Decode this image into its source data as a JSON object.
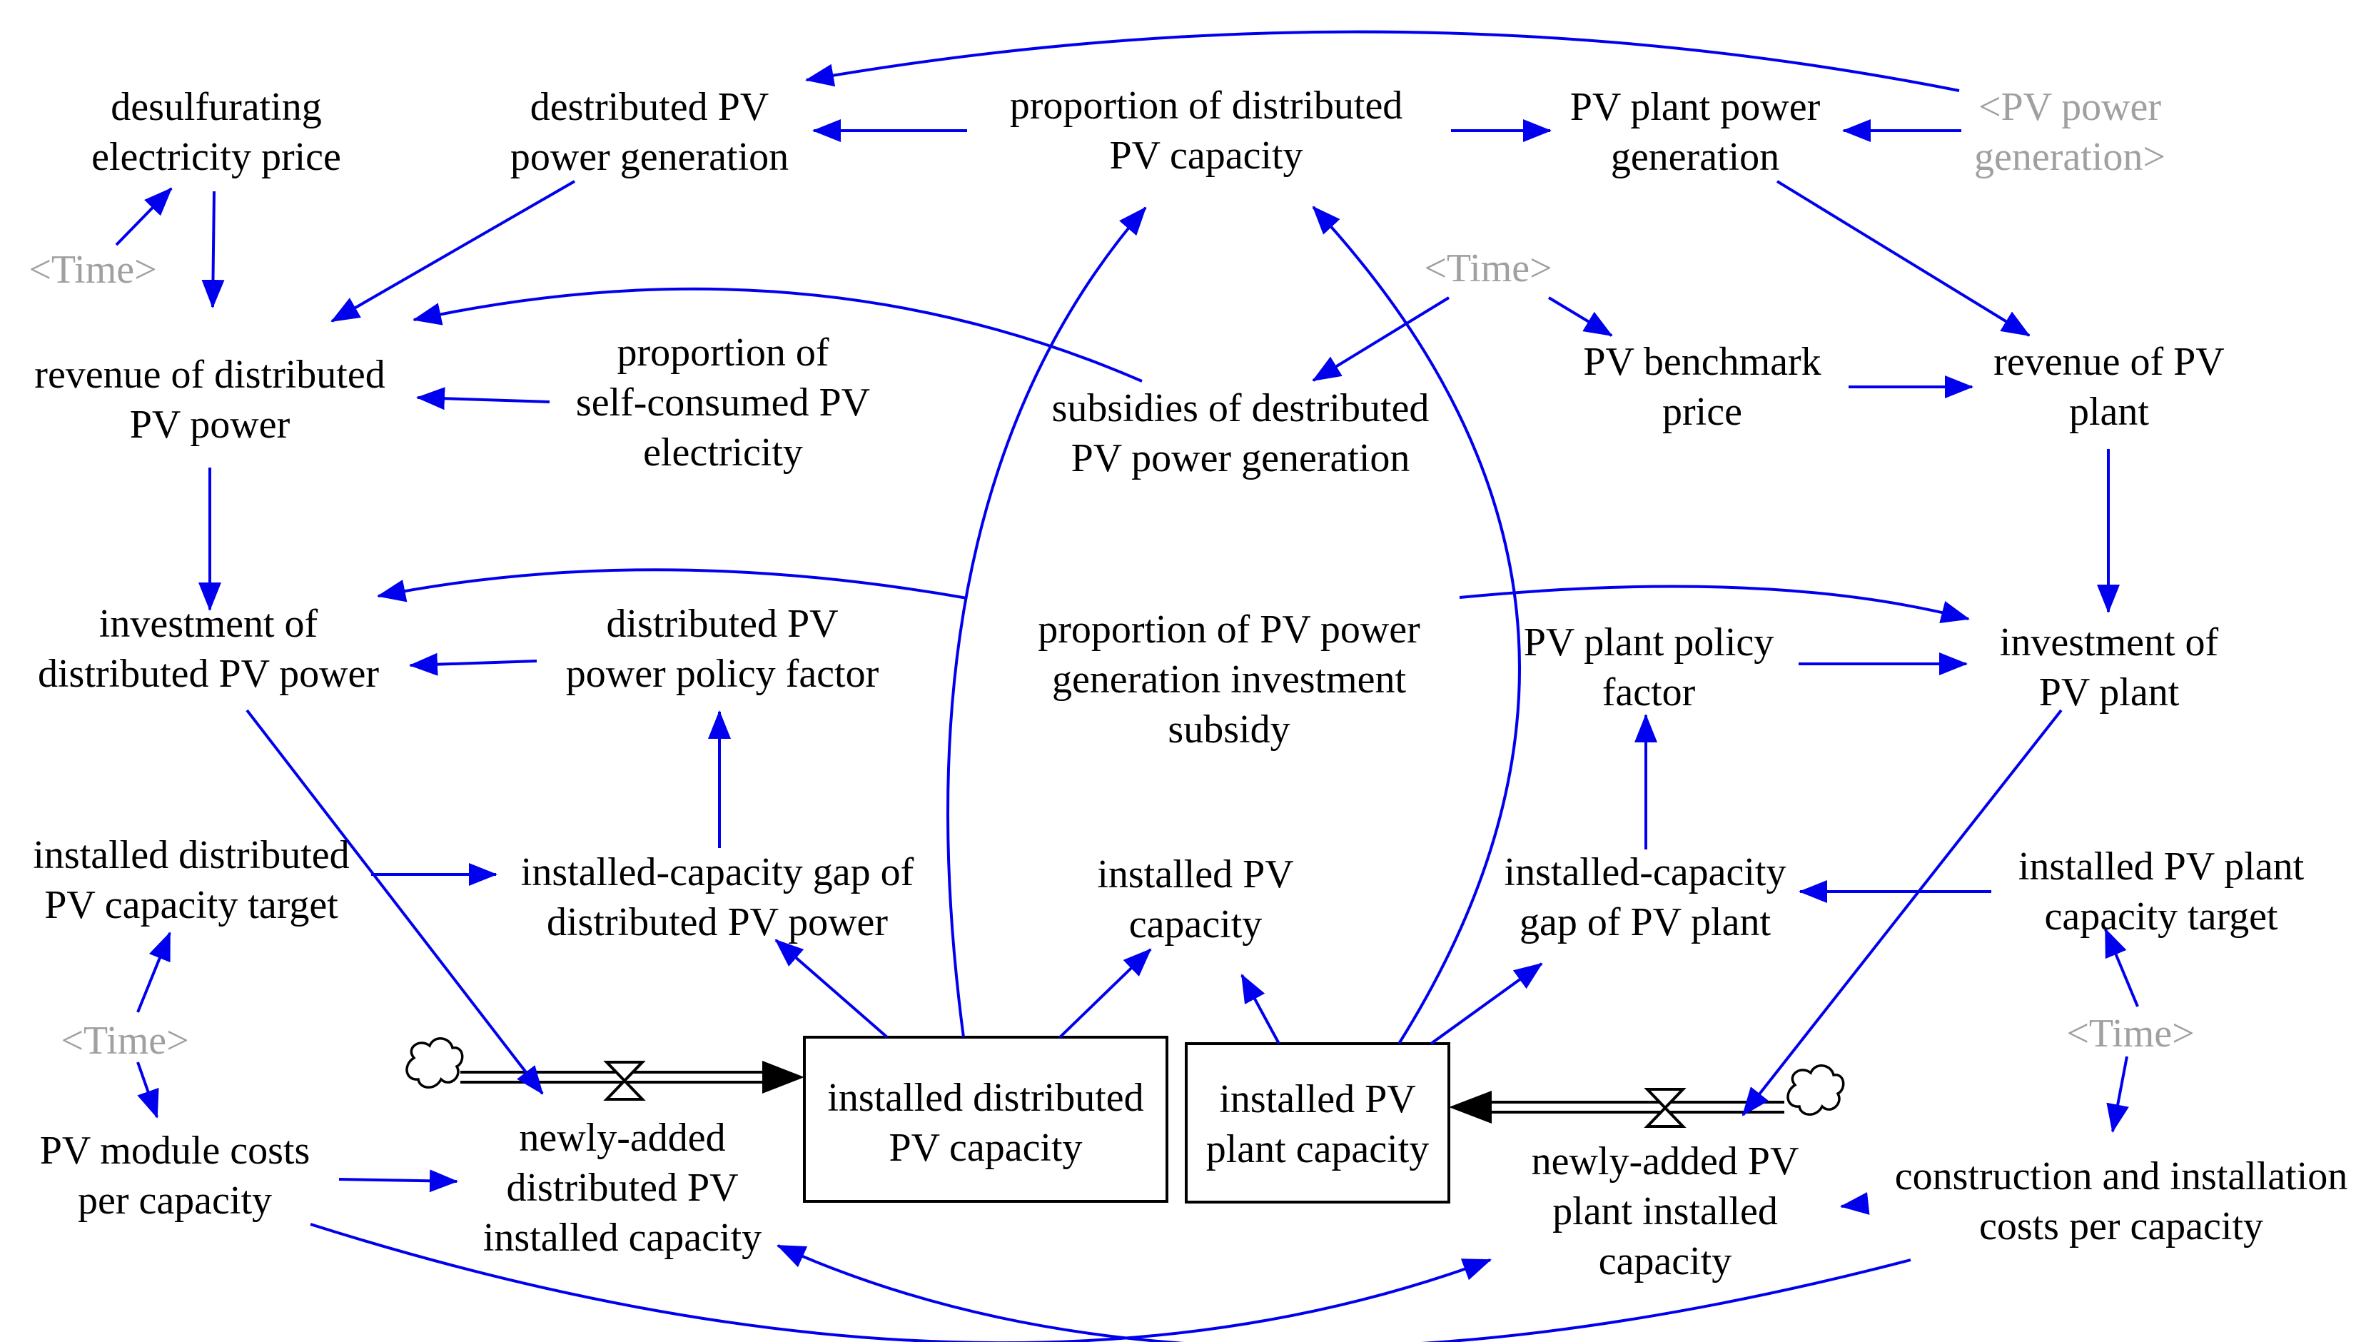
{
  "diagram": {
    "variables": {
      "desulf": "desulfurating\nelectricity price",
      "dist_gen": "destributed PV\npower generation",
      "prop_dist_cap": "proportion of distributed\nPV capacity",
      "pv_plant_gen": "PV plant power\ngeneration",
      "time_1": "<Time>",
      "time_2": "<Time>",
      "time_3": "<Time>",
      "time_4": "<Time>",
      "pv_power_gen_shadow": "<PV power\ngeneration>",
      "rev_dist": "revenue of distributed\nPV power",
      "prop_self": "proportion of\nself-consumed PV\nelectricity",
      "subs_dist": "subsidies of destributed\nPV power generation",
      "pv_bench": "PV benchmark\nprice",
      "rev_plant": "revenue of PV\nplant",
      "inv_dist": "investment of\ndistributed PV power",
      "dist_policy": "distributed PV\npower policy factor",
      "prop_subsidy": "proportion of PV power\ngeneration investment\nsubsidy",
      "plant_policy": "PV plant policy\nfactor",
      "inv_plant": "investment of\nPV plant",
      "dist_target": "installed distributed\nPV capacity target",
      "dist_gap": "installed-capacity gap of\ndistributed PV power",
      "inst_pv_cap": "installed PV\ncapacity",
      "plant_gap": "installed-capacity\ngap of PV plant",
      "plant_target": "installed PV plant\ncapacity target",
      "module_costs": "PV module costs\nper capacity",
      "new_dist": "newly-added\ndistributed PV\ninstalled capacity",
      "new_plant": "newly-added PV\nplant installed\ncapacity",
      "construction": "construction and installation\ncosts per capacity"
    },
    "stocks": {
      "dist_stock": "installed distributed\nPV capacity",
      "plant_stock": "installed PV\nplant capacity"
    },
    "colors": {
      "link": "#0000ee",
      "shadow_variable": "#a0a0a0",
      "stock_border": "#000000"
    },
    "icons": [
      "cloud-source-icon",
      "valve-icon",
      "arrowhead-icon"
    ]
  }
}
